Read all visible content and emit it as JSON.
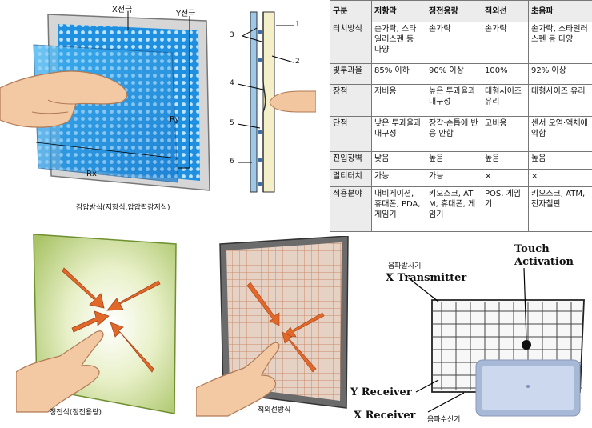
{
  "resistive_panel": {
    "x_electrode": "X전극",
    "y_electrode": "Y전극",
    "ry": "Ry",
    "rx": "Rx",
    "caption": "감압방식(저항식,압압력감지식)"
  },
  "cross_section": {
    "labels": [
      "1",
      "2",
      "3",
      "4",
      "5",
      "6"
    ]
  },
  "comparison_table": {
    "headers": [
      "구분",
      "저항막",
      "정전용량",
      "적외선",
      "초음파"
    ],
    "rows": [
      [
        "터치방식",
        "손가락, 스타일러스펜 등 다양",
        "손가락",
        "손가락",
        "손가락, 스타일러스펜 등 다양"
      ],
      [
        "빛투과율",
        "85% 이하",
        "90% 이상",
        "100%",
        "92% 이상"
      ],
      [
        "장점",
        "저비용",
        "높은 투과율과 내구성",
        "대형사이즈 유리",
        "대형사이즈 유리"
      ],
      [
        "단점",
        "낮은 투과율과 내구성",
        "장갑·손톱에 반응 안함",
        "고비용",
        "센서 오염·액체에 약함"
      ],
      [
        "진입장벽",
        "낮음",
        "높음",
        "높음",
        "높음"
      ],
      [
        "멀티터치",
        "가능",
        "가능",
        "×",
        "×"
      ],
      [
        "적용분야",
        "내비게이션, 휴대폰, PDA, 게임기",
        "키오스크, ATM, 휴대폰, 게임기",
        "POS, 게임기",
        "키오스크, ATM, 전자칠판"
      ]
    ]
  },
  "capacitive_panel": {
    "caption": "정전식(정전용량)"
  },
  "infrared_panel": {
    "caption": "적외선방식"
  },
  "ultrasonic_panel": {
    "transmitter_ko": "음파발사기",
    "x_transmitter": "X Transmitter",
    "touch_activation_line1": "Touch",
    "touch_activation_line2": "Activation",
    "y_receiver": "Y Receiver",
    "x_receiver": "X Receiver",
    "receiver_ko": "음파수신기"
  }
}
